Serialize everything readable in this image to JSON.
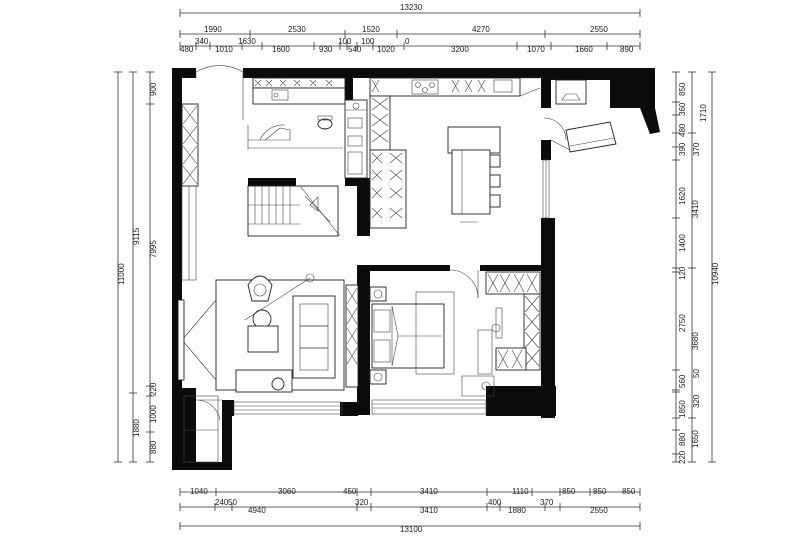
{
  "dimensions": {
    "top": {
      "overall": "13230",
      "row1": [
        "1990",
        "2530",
        "1520",
        "4270",
        "2550"
      ],
      "row2": [
        "480",
        "340",
        "1010",
        "1630",
        "1600",
        "930",
        "100",
        "100",
        "540",
        "1020",
        "0",
        "3200",
        "1070",
        "1660",
        "890"
      ]
    },
    "bottom": {
      "overall": "13100",
      "row1": [
        "1040",
        "3060",
        "450",
        "3410",
        "1110",
        "850",
        "850",
        "850"
      ],
      "row2": [
        "240",
        "50",
        "4940",
        "320",
        "3410",
        "400",
        "1880",
        "370",
        "2550"
      ]
    },
    "left": {
      "overall": "11000",
      "col1": [
        "9115",
        "1880"
      ],
      "col2": [
        "900",
        "7995",
        "220",
        "1000",
        "880"
      ]
    },
    "right": {
      "overall": "10940",
      "col1": [
        "1710",
        "3410",
        "3680",
        "1650"
      ],
      "col2": [
        "850",
        "360",
        "480",
        "390",
        "370",
        "1620",
        "1400",
        "120",
        "2750",
        "560",
        "50",
        "1850",
        "320",
        "880",
        "220"
      ]
    }
  }
}
